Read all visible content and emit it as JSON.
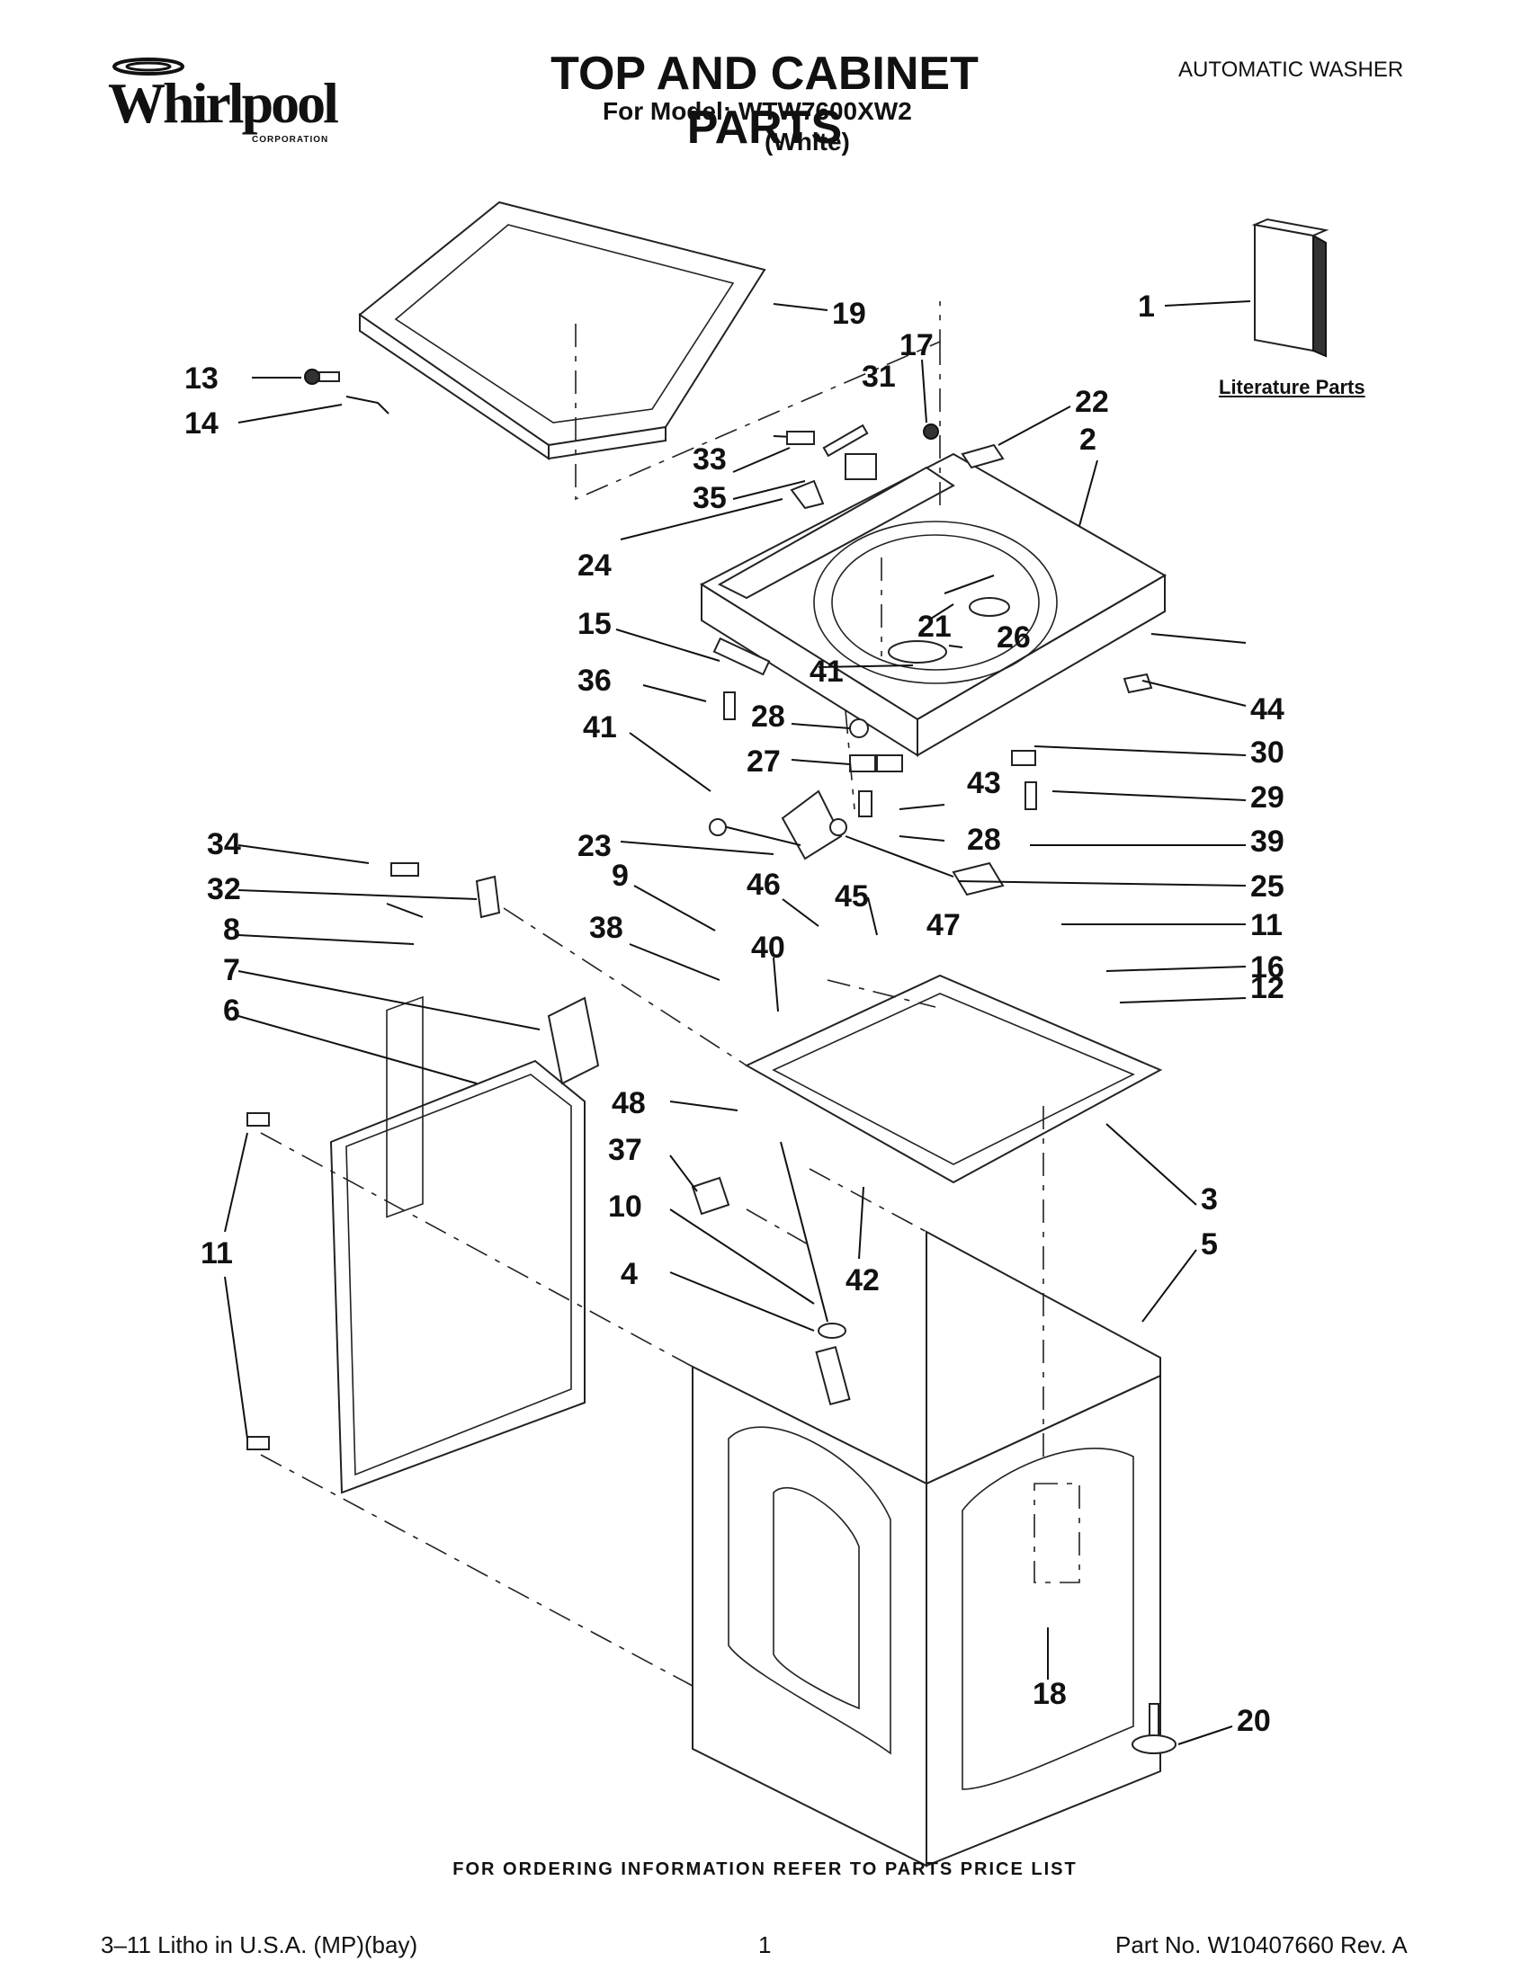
{
  "header": {
    "brand": "Whirlpool",
    "brand_sub": "CORPORATION",
    "title": "TOP AND CABINET PARTS",
    "model_line": "For Model: WTW7600XW2",
    "color_line": "(White)",
    "doc_type": "AUTOMATIC WASHER"
  },
  "literature_label": "Literature Parts",
  "callouts": [
    "1",
    "2",
    "3",
    "4",
    "5",
    "6",
    "7",
    "8",
    "9",
    "10",
    "11",
    "11",
    "12",
    "13",
    "14",
    "15",
    "16",
    "17",
    "18",
    "19",
    "20",
    "21",
    "22",
    "23",
    "24",
    "25",
    "26",
    "27",
    "28",
    "28",
    "29",
    "30",
    "31",
    "32",
    "33",
    "34",
    "35",
    "36",
    "37",
    "38",
    "39",
    "40",
    "41",
    "41",
    "42",
    "43",
    "44",
    "45",
    "46",
    "47",
    "48"
  ],
  "footer": {
    "note": "FOR ORDERING INFORMATION REFER TO PARTS PRICE LIST",
    "left": "3–11 Litho in U.S.A. (MP)(bay)",
    "page": "1",
    "part_no": "Part No. W10407660 Rev. A"
  }
}
